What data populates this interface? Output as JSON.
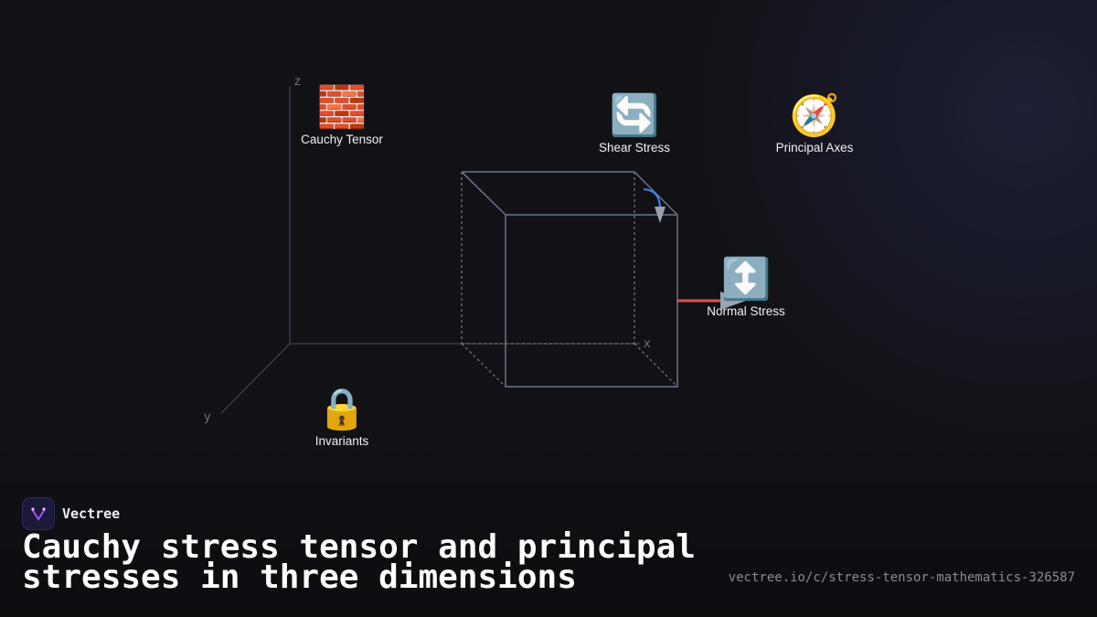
{
  "axes": {
    "x": "x",
    "y": "y",
    "z": "z"
  },
  "nodes": {
    "cauchy_tensor": {
      "label": "Cauchy Tensor",
      "icon": "brick-icon",
      "glyph": "🧱"
    },
    "shear_stress": {
      "label": "Shear Stress",
      "icon": "rotate-arrows-icon",
      "glyph": "🔄"
    },
    "principal_axes": {
      "label": "Principal Axes",
      "icon": "compass-icon",
      "glyph": "🧭"
    },
    "normal_stress": {
      "label": "Normal Stress",
      "icon": "up-down-arrow-icon",
      "glyph": "↕️"
    },
    "invariants": {
      "label": "Invariants",
      "icon": "lock-icon",
      "glyph": "🔒"
    }
  },
  "colors": {
    "background": "#111116",
    "cube_edge": "#6b7689",
    "normal_arrow": "#d9534f",
    "shear_arrow": "#3b82f6",
    "arrow_head": "#9ca3af"
  },
  "brand": {
    "name": "Vectree"
  },
  "title": "Cauchy stress tensor and principal stresses in three dimensions",
  "url": "vectree.io/c/stress-tensor-mathematics-326587"
}
